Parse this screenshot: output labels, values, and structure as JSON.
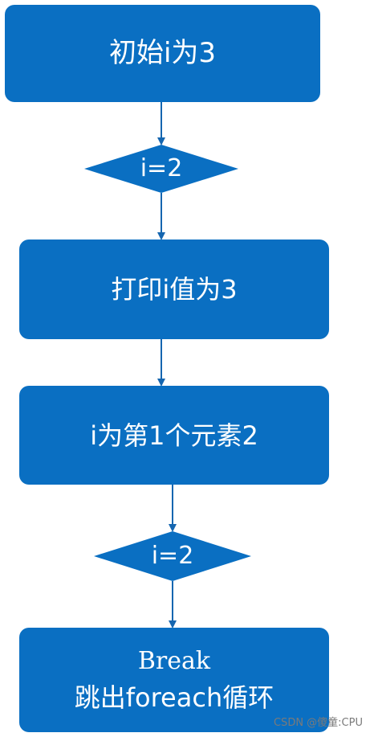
{
  "nodes": {
    "init": {
      "text": "初始i为3"
    },
    "cond1": {
      "text": "i=2"
    },
    "print": {
      "text": "打印i值为3"
    },
    "assign": {
      "text": "i为第1个元素2"
    },
    "cond2": {
      "text": "i=2"
    },
    "break_title": {
      "text": "Break"
    },
    "break_desc": {
      "text": "跳出foreach循环"
    }
  },
  "watermark": "CSDN @傻童:CPU",
  "colors": {
    "node_fill": "#0a6fc2",
    "arrow": "#1566b0",
    "text": "#ffffff"
  }
}
